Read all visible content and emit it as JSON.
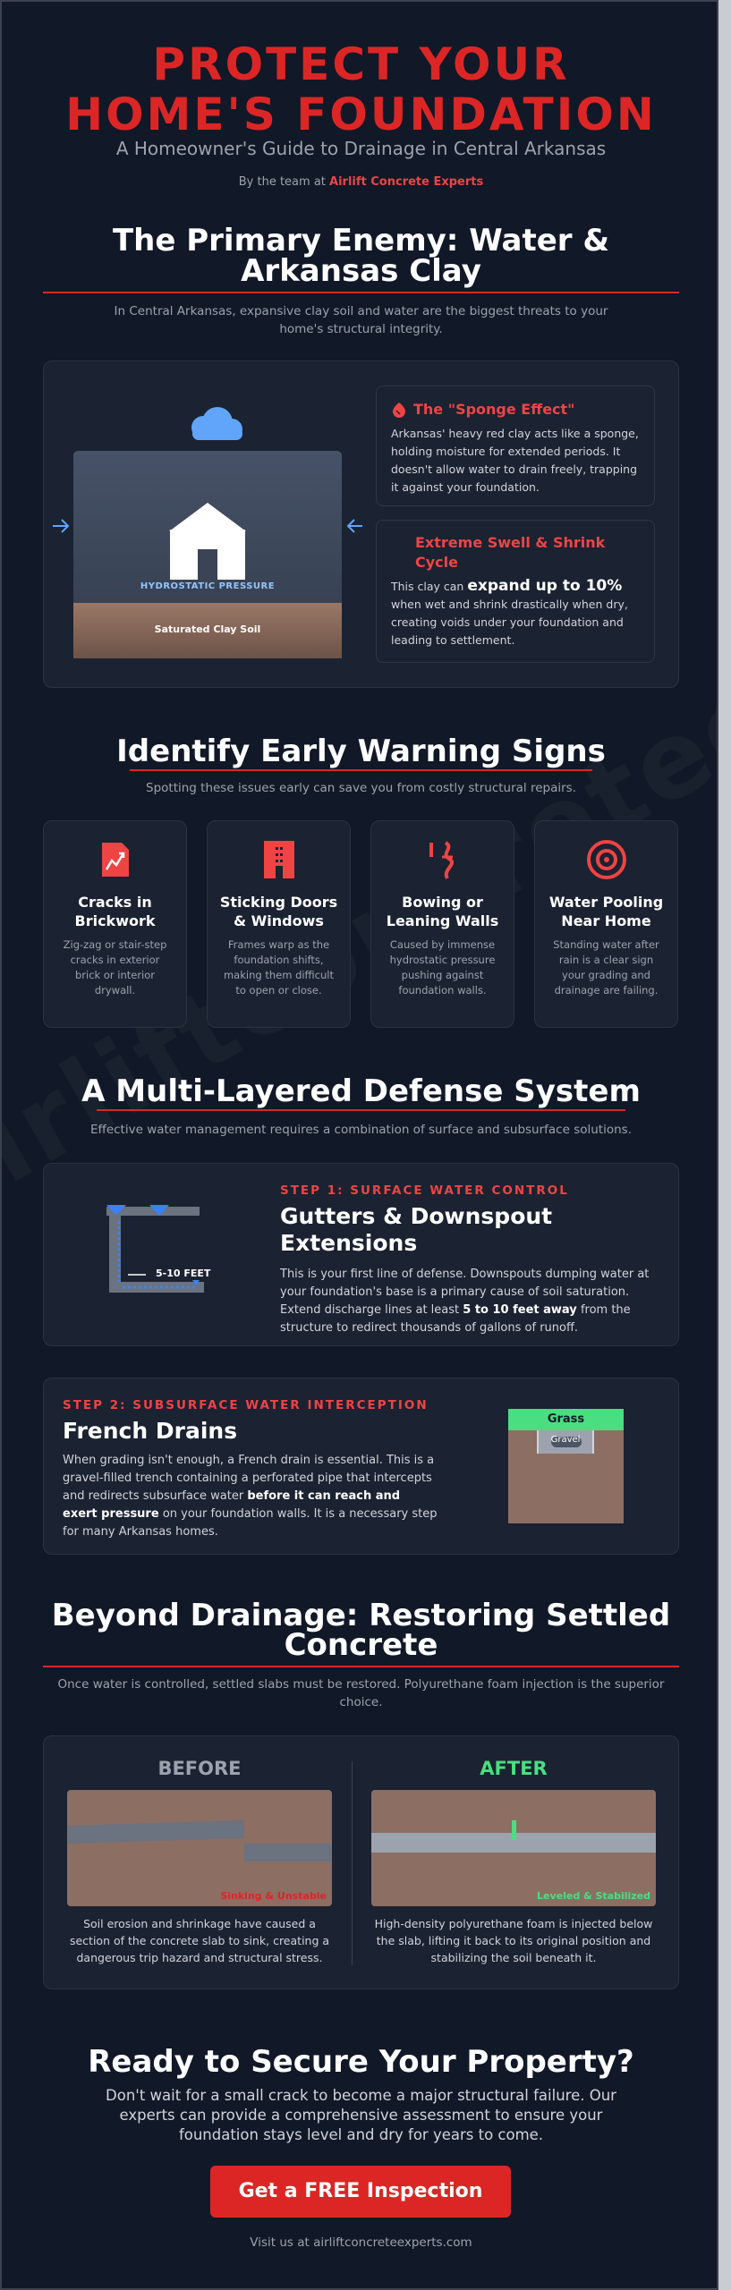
{
  "hero": {
    "title": "PROTECT YOUR HOME'S FOUNDATION",
    "subtitle": "A Homeowner's Guide to Drainage in Central Arkansas",
    "byline_prefix": "By the team at",
    "byline_brand": "Airlift Concrete Experts"
  },
  "watermark": "airliftconcreteexperts.com",
  "enemy": {
    "title": "The Primary Enemy: Water & Arkansas Clay",
    "description": "In Central Arkansas, expansive clay soil and water are the biggest threats to your home's structural integrity.",
    "diagram": {
      "pressure_label": "HYDROSTATIC PRESSURE",
      "soil_label": "Saturated Clay Soil"
    },
    "cards": [
      {
        "title": "The \"Sponge Effect\"",
        "text": "Arkansas' heavy red clay acts like a sponge, holding moisture for extended periods. It doesn't allow water to drain freely, trapping it against your foundation."
      },
      {
        "title": "Extreme Swell & Shrink Cycle",
        "text_prefix": "This clay can",
        "text_emphasis": "expand up to 10%",
        "text_suffix": "when wet and shrink drastically when dry, creating voids under your foundation and leading to settlement."
      }
    ]
  },
  "warnings": {
    "title": "Identify Early Warning Signs",
    "description": "Spotting these issues early can save you from costly structural repairs.",
    "items": [
      {
        "title": "Cracks in Brickwork",
        "text": "Zig-zag or stair-step cracks in exterior brick or interior drywall.",
        "icon": "chart-crack-icon"
      },
      {
        "title": "Sticking Doors & Windows",
        "text": "Frames warp as the foundation shifts, making them difficult to open or close.",
        "icon": "building-icon"
      },
      {
        "title": "Bowing or Leaning Walls",
        "text": "Caused by immense hydrostatic pressure pushing against foundation walls.",
        "icon": "bowing-wall-icon"
      },
      {
        "title": "Water Pooling Near Home",
        "text": "Standing water after rain is a clear sign your grading and drainage are failing.",
        "icon": "target-icon"
      }
    ]
  },
  "defense": {
    "title": "A Multi-Layered Defense System",
    "description": "Effective water management requires a combination of surface and subsurface solutions.",
    "step1": {
      "label": "STEP 1: SURFACE WATER CONTROL",
      "title": "Gutters & Downspout Extensions",
      "text_prefix": "This is your first line of defense. Downspouts dumping water at your foundation's base is a primary cause of soil saturation. Extend discharge lines at least",
      "text_emphasis": "5 to 10 feet away",
      "text_suffix": "from the structure to redirect thousands of gallons of runoff.",
      "diagram_label": "5-10 FEET"
    },
    "step2": {
      "label": "STEP 2: SUBSURFACE WATER INTERCEPTION",
      "title": "French Drains",
      "text_prefix": "When grading isn't enough, a French drain is essential. This is a gravel-filled trench containing a perforated pipe that intercepts and redirects subsurface water",
      "text_emphasis": "before it can reach and exert pressure",
      "text_suffix": "on your foundation walls. It is a necessary step for many Arkansas homes.",
      "grass_label": "Grass",
      "gravel_label": "Gravel"
    }
  },
  "restore": {
    "title": "Beyond Drainage: Restoring Settled Concrete",
    "description": "Once water is controlled, settled slabs must be restored. Polyurethane foam injection is the superior choice.",
    "before": {
      "heading": "BEFORE",
      "caption": "Sinking & Unstable",
      "text": "Soil erosion and shrinkage have caused a section of the concrete slab to sink, creating a dangerous trip hazard and structural stress."
    },
    "after": {
      "heading": "AFTER",
      "caption": "Leveled & Stabilized",
      "text": "High-density polyurethane foam is injected below the slab, lifting it back to its original position and stabilizing the soil beneath it."
    }
  },
  "cta": {
    "title": "Ready to Secure Your Property?",
    "text": "Don't wait for a small crack to become a major structural failure. Our experts can provide a comprehensive assessment to ensure your foundation stays level and dry for years to come.",
    "button": "Get a FREE Inspection",
    "footer": "Visit us at airliftconcreteexperts.com"
  },
  "colors": {
    "background": "#111827",
    "accent": "#dc2626",
    "panel": "#1b2231",
    "blue": "#60a5fa",
    "green": "#4ade80",
    "soil": "#8d6e63"
  }
}
